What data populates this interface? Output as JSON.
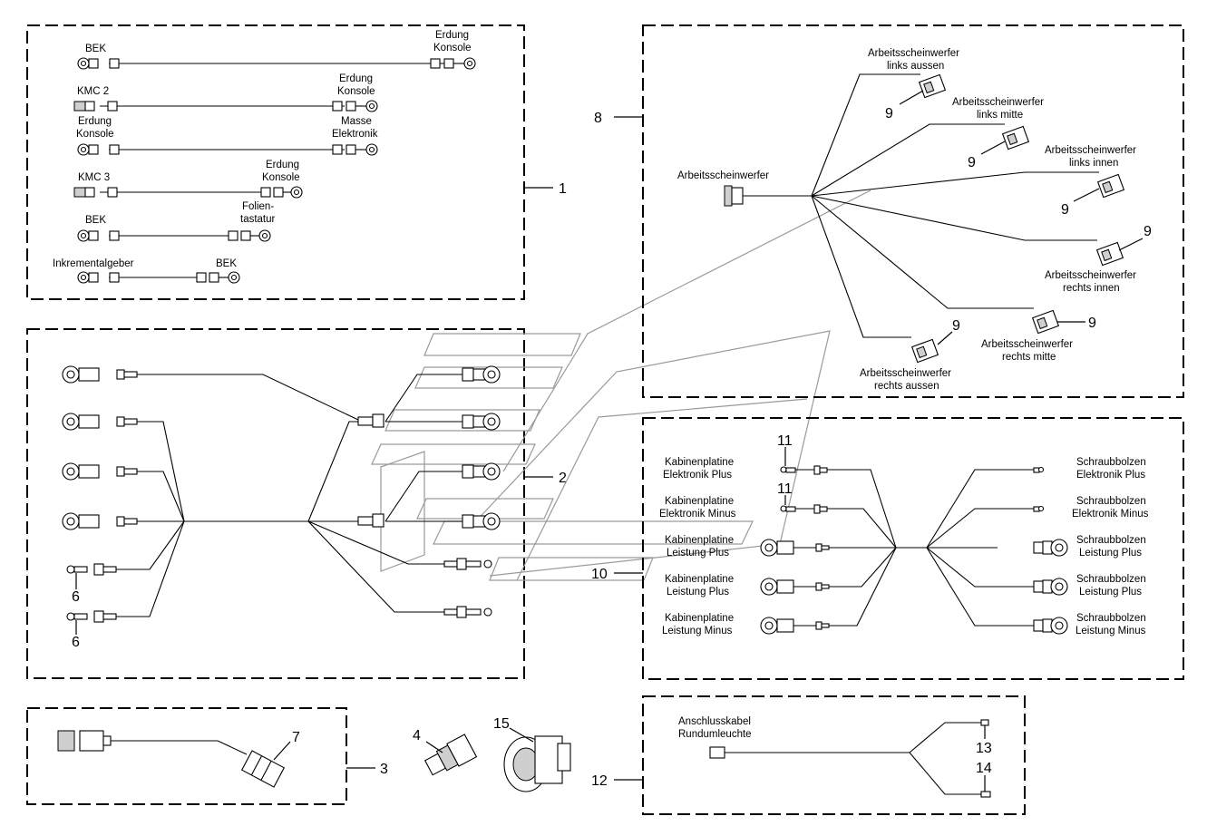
{
  "callouts": {
    "n1": "1",
    "n2": "2",
    "n3": "3",
    "n4": "4",
    "n6a": "6",
    "n6b": "6",
    "n7": "7",
    "n8": "8",
    "n9a": "9",
    "n9b": "9",
    "n9c": "9",
    "n9d": "9",
    "n9e": "9",
    "n9f": "9",
    "n10": "10",
    "n11a": "11",
    "n11b": "11",
    "n12": "12",
    "n13": "13",
    "n14": "14",
    "n15": "15"
  },
  "group1": {
    "c1_left": "BEK",
    "c1_right_1": "Erdung",
    "c1_right_2": "Konsole",
    "c2_left": "KMC 2",
    "c2_right_1": "Erdung",
    "c2_right_2": "Konsole",
    "c3_left_1": "Erdung",
    "c3_left_2": "Konsole",
    "c3_right_1": "Masse",
    "c3_right_2": "Elektronik",
    "c4_left": "KMC 3",
    "c4_right_1": "Erdung",
    "c4_right_2": "Konsole",
    "c5_left": "BEK",
    "c5_right_1": "Folien-",
    "c5_right_2": "tastatur",
    "c6_left": "Inkrementalgeber",
    "c6_right": "BEK"
  },
  "group8": {
    "center": "Arbeitsscheinwerfer",
    "la_1": "Arbeitsscheinwerfer",
    "la_2": "links aussen",
    "lm_1": "Arbeitsscheinwerfer",
    "lm_2": "links mitte",
    "li_1": "Arbeitsscheinwerfer",
    "li_2": "links innen",
    "ri_1": "Arbeitsscheinwerfer",
    "ri_2": "rechts innen",
    "rm_1": "Arbeitsscheinwerfer",
    "rm_2": "rechts mitte",
    "ra_1": "Arbeitsscheinwerfer",
    "ra_2": "rechts aussen"
  },
  "group10": {
    "l1_1": "Kabinenplatine",
    "l1_2": "Elektronik Plus",
    "l2_1": "Kabinenplatine",
    "l2_2": "Elektronik Minus",
    "l3_1": "Kabinenplatine",
    "l3_2": "Leistung Plus",
    "l4_1": "Kabinenplatine",
    "l4_2": "Leistung Plus",
    "l5_1": "Kabinenplatine",
    "l5_2": "Leistung Minus",
    "r1_1": "Schraubbolzen",
    "r1_2": "Elektronik Plus",
    "r2_1": "Schraubbolzen",
    "r2_2": "Elektronik Minus",
    "r3_1": "Schraubbolzen",
    "r3_2": "Leistung Plus",
    "r4_1": "Schraubbolzen",
    "r4_2": "Leistung Plus",
    "r5_1": "Schraubbolzen",
    "r5_2": "Leistung Minus"
  },
  "group12": {
    "label_1": "Anschlusskabel",
    "label_2": "Rundumleuchte"
  }
}
